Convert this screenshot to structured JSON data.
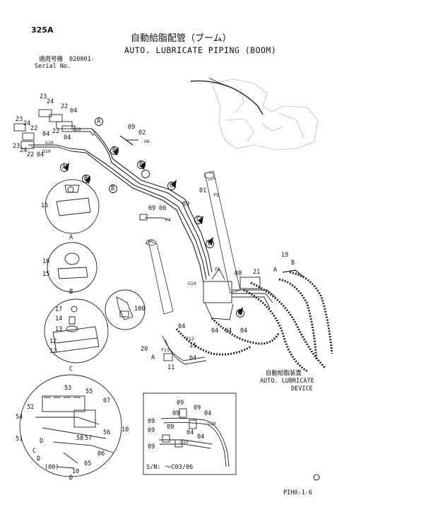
{
  "page": {
    "page_code": "325A",
    "title_jp": "自動給脂配管（ブーム）",
    "title_en": "AUTO. LUBRICATE PIPING (BOOM)",
    "serial_label_jp": "適用号機",
    "serial_value": "020001-",
    "serial_label_en": "Serial No.",
    "device_label_jp": "自動給脂装置",
    "device_label_en_1": "AUTO. LUBRICATE",
    "device_label_en_2": "DEVICE",
    "sn_note": "S/N:",
    "sn_value": "～C03/06",
    "footer_code": "PIH0-1-6"
  },
  "callouts": {
    "c23a": "23",
    "c24a": "24",
    "c22a": "22",
    "c04a": "04",
    "c23b": "23",
    "c24b": "24",
    "c22b": "22",
    "c04b": "04",
    "c23c": "23",
    "c24c": "24",
    "c22c": "22",
    "c04c": "04",
    "c04d": "04",
    "c22d": "22",
    "g10a": "G10",
    "g10b": "G10",
    "g10c": "G10",
    "c09a": "09",
    "c02a": "02",
    "g6": "G6",
    "c01": "01",
    "c09b": "09",
    "c00": "00",
    "c09c": "09",
    "f5a": "F5",
    "f4": "F4",
    "f5b": "F5",
    "c15": "15",
    "c16": "16",
    "c15b": "15",
    "c17": "17",
    "c14": "14",
    "c13": "13",
    "c12a": "12",
    "c12b": "12",
    "c100": "100",
    "c19": "19",
    "c21": "21",
    "c08": "08",
    "c20": "20",
    "c11a": "11",
    "c11b": "11",
    "c04e": "04",
    "c04f": "04",
    "c04g": "04",
    "c04h": "04",
    "c04i": "04",
    "f12": "F12",
    "f11": "F11",
    "g10d": "G10",
    "c53": "53",
    "c55": "55",
    "c07": "07",
    "c52": "52",
    "c54": "54",
    "c51": "51",
    "c58": "58",
    "c57": "57",
    "c56": "56",
    "c10a": "10",
    "c06": "06",
    "c05": "05",
    "c00b": "(00)",
    "c10b": "10",
    "i09a": "09",
    "i09b": "09",
    "i04a": "04",
    "i09c": "09",
    "i09d": "09",
    "i09e": "09",
    "i09f": "09",
    "i04b": "04",
    "i04c": "04",
    "i09g": "09",
    "g10e": "G10",
    "g10f": "G10"
  },
  "section_letters": {
    "A1": "A",
    "A2": "A",
    "A3": "A",
    "A4": "A",
    "A5": "A",
    "B1": "B",
    "B2": "B",
    "B3": "B",
    "B4": "B",
    "B5": "B",
    "B6": "B",
    "C1": "C",
    "C2": "C",
    "C3": "C",
    "C4": "C",
    "C5": "C",
    "D1": "D",
    "D2": "D",
    "D3": "D",
    "D4": "D"
  }
}
